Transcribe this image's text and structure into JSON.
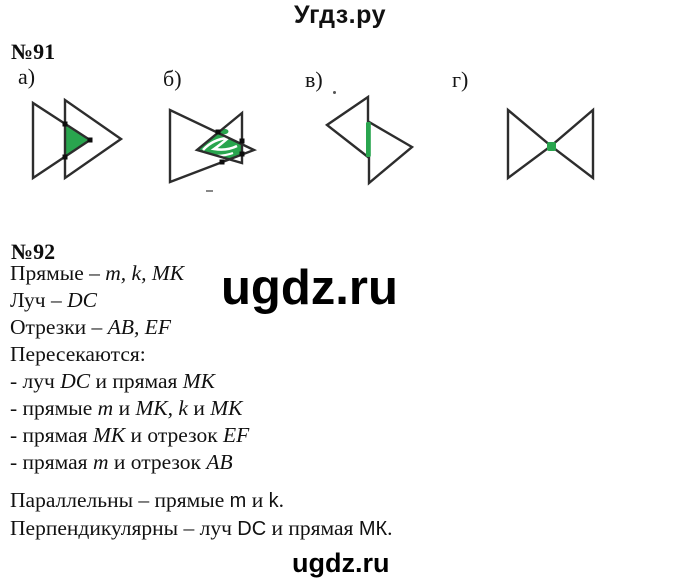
{
  "page": {
    "site_title": "Угдз.ру"
  },
  "watermarks": {
    "large": "ugdz.ru",
    "bottom": "ugdz.ru"
  },
  "colors": {
    "accent_green": "#29a54e",
    "figure_line": "#2d2d2d",
    "text": "#111111"
  },
  "task91": {
    "number": "№91",
    "figures": [
      {
        "label": "а)"
      },
      {
        "label": "б)"
      },
      {
        "label": "в)"
      },
      {
        "label": "г)"
      }
    ]
  },
  "task92": {
    "number": "№92",
    "lines": [
      {
        "segs": [
          {
            "t": "Прямые – "
          },
          {
            "t": "m, k, МК"
          }
        ]
      },
      {
        "segs": [
          {
            "t": "Луч – "
          },
          {
            "t": "DC"
          }
        ]
      },
      {
        "segs": [
          {
            "t": "Отрезки – "
          },
          {
            "t": "AB, EF"
          }
        ]
      },
      {
        "segs": [
          {
            "t": "Пересекаются:"
          }
        ]
      },
      {
        "segs": [
          {
            "t": "- луч "
          },
          {
            "t": "DC"
          },
          {
            "t": " и прямая "
          },
          {
            "t": "МК"
          }
        ]
      },
      {
        "segs": [
          {
            "t": "- прямые "
          },
          {
            "t": "m"
          },
          {
            "t": " и "
          },
          {
            "t": "МК, k"
          },
          {
            "t": " и "
          },
          {
            "t": "МК"
          }
        ]
      },
      {
        "segs": [
          {
            "t": "- прямая "
          },
          {
            "t": "МК"
          },
          {
            "t": " и отрезок "
          },
          {
            "t": "EF"
          }
        ]
      },
      {
        "segs": [
          {
            "t": "- прямая "
          },
          {
            "t": "m"
          },
          {
            "t": " и отрезок "
          },
          {
            "t": "AB"
          }
        ]
      },
      {
        "segs": [
          {
            "t": "Параллельны – прямые "
          },
          {
            "t": "m"
          },
          {
            "t": " и "
          },
          {
            "t": "k"
          },
          {
            "t": "."
          }
        ]
      },
      {
        "segs": [
          {
            "t": "Перпендикулярны – луч "
          },
          {
            "t": "DC"
          },
          {
            "t": " и прямая "
          },
          {
            "t": "МК"
          },
          {
            "t": "."
          }
        ]
      }
    ]
  }
}
